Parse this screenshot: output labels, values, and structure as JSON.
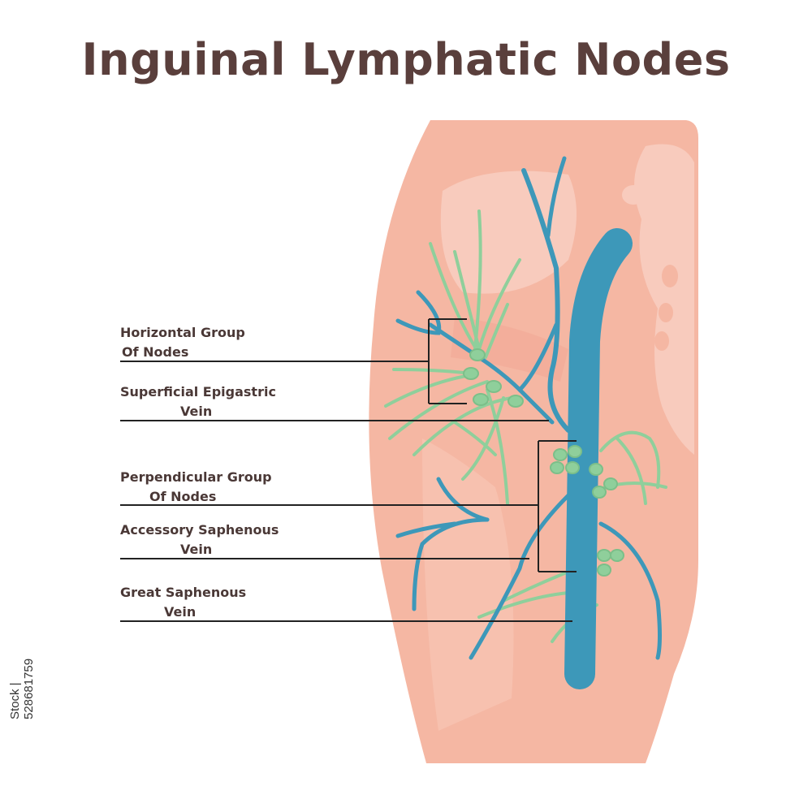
{
  "title": "Inguinal Lymphatic Nodes",
  "labels": [
    {
      "line1": "Horizontal Group",
      "line2": "Of Nodes"
    },
    {
      "line1": "Superficial Epigastric",
      "line2": "Vein"
    },
    {
      "line1": "Perpendicular Group",
      "line2": "Of Nodes"
    },
    {
      "line1": "Accessory Saphenous",
      "line2": "Vein"
    },
    {
      "line1": "Great Saphenous",
      "line2": "Vein"
    }
  ],
  "watermark": "Stock | 528681759",
  "colors": {
    "skin": "#f5b7a3",
    "skin_light": "#f8cbbd",
    "vein": "#3d98b9",
    "lymph": "#8fcf9b",
    "title": "#5a3f3c"
  }
}
